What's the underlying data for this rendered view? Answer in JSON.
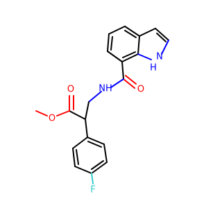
{
  "molecule": {
    "colors": {
      "bond": "#000000",
      "nitrogen": "#0000ff",
      "oxygen": "#ff0000",
      "fluorine": "#33cccc"
    },
    "atom_labels": {
      "nh_indole": "H",
      "nh_indole_n": "N",
      "nh_amide": "NH",
      "o_amide": "O",
      "o_ester_carbonyl": "O",
      "o_ester_ether": "O",
      "fluorine": "F"
    }
  }
}
